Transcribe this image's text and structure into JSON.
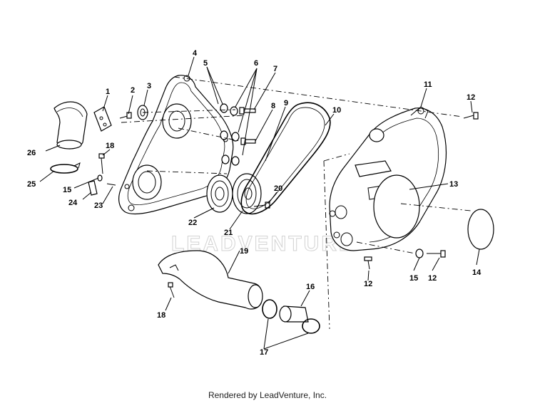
{
  "watermark": "LEADVENTURE",
  "footer": {
    "text": "Rendered by LeadVenture, Inc."
  },
  "callouts": {
    "c1": "1",
    "c2": "2",
    "c3": "3",
    "c4": "4",
    "c5": "5",
    "c6": "6",
    "c7": "7",
    "c8": "8",
    "c9": "9",
    "c10": "10",
    "c11": "11",
    "c12a": "12",
    "c12b": "12",
    "c12c": "12",
    "c13": "13",
    "c14": "14",
    "c15a": "15",
    "c15b": "15",
    "c16": "16",
    "c17": "17",
    "c18a": "18",
    "c18b": "18",
    "c19": "19",
    "c20": "20",
    "c21": "21",
    "c22": "22",
    "c23": "23",
    "c24": "24",
    "c25": "25",
    "c26": "26"
  }
}
